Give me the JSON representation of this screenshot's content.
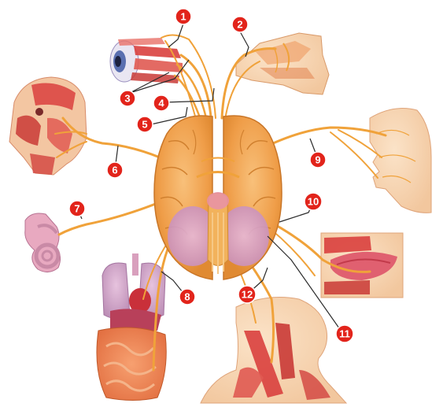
{
  "diagram": {
    "subject": "cranial nerves",
    "colors": {
      "nerve": "#f0a23a",
      "brain": "#f2a55a",
      "badge": "#e2241b",
      "muscle": "#d9403e",
      "skin": "#f7d2ad"
    },
    "labels": [
      {
        "id": 1,
        "text": "1"
      },
      {
        "id": 2,
        "text": "2"
      },
      {
        "id": 3,
        "text": "3"
      },
      {
        "id": 4,
        "text": "4"
      },
      {
        "id": 5,
        "text": "5"
      },
      {
        "id": 6,
        "text": "6"
      },
      {
        "id": 7,
        "text": "7"
      },
      {
        "id": 8,
        "text": "8"
      },
      {
        "id": 9,
        "text": "9"
      },
      {
        "id": 10,
        "text": "10"
      },
      {
        "id": 11,
        "text": "11"
      },
      {
        "id": 12,
        "text": "12"
      }
    ],
    "targets": [
      "eye-illustration",
      "nasal-cavity-illustration",
      "face-muscles-illustration",
      "face-profile-illustration",
      "inner-ear-illustration",
      "thoracic-organs-illustration",
      "tongue-illustration",
      "neck-muscles-illustration"
    ]
  }
}
